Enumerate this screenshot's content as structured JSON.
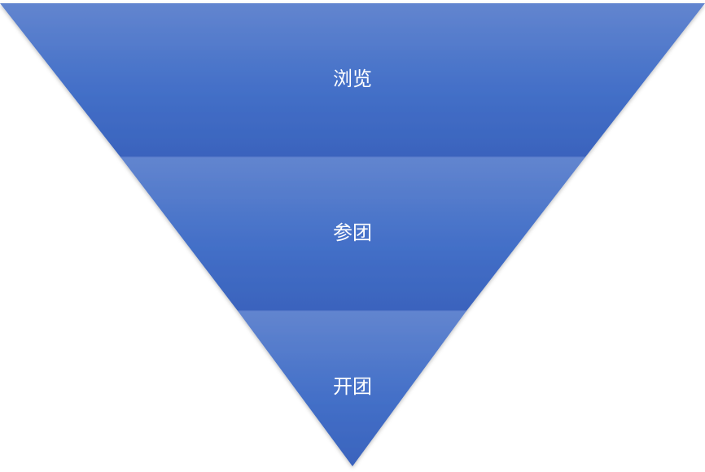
{
  "funnel": {
    "stages": [
      {
        "label": "浏览"
      },
      {
        "label": "参团"
      },
      {
        "label": "开团"
      }
    ]
  },
  "colors": {
    "stage_top": "#6285cf",
    "stage_mid": "#4470c8",
    "stage_bottom": "#3a63bd",
    "divider": "#5b7ccc",
    "label": "#ffffff",
    "background": "#ffffff"
  }
}
